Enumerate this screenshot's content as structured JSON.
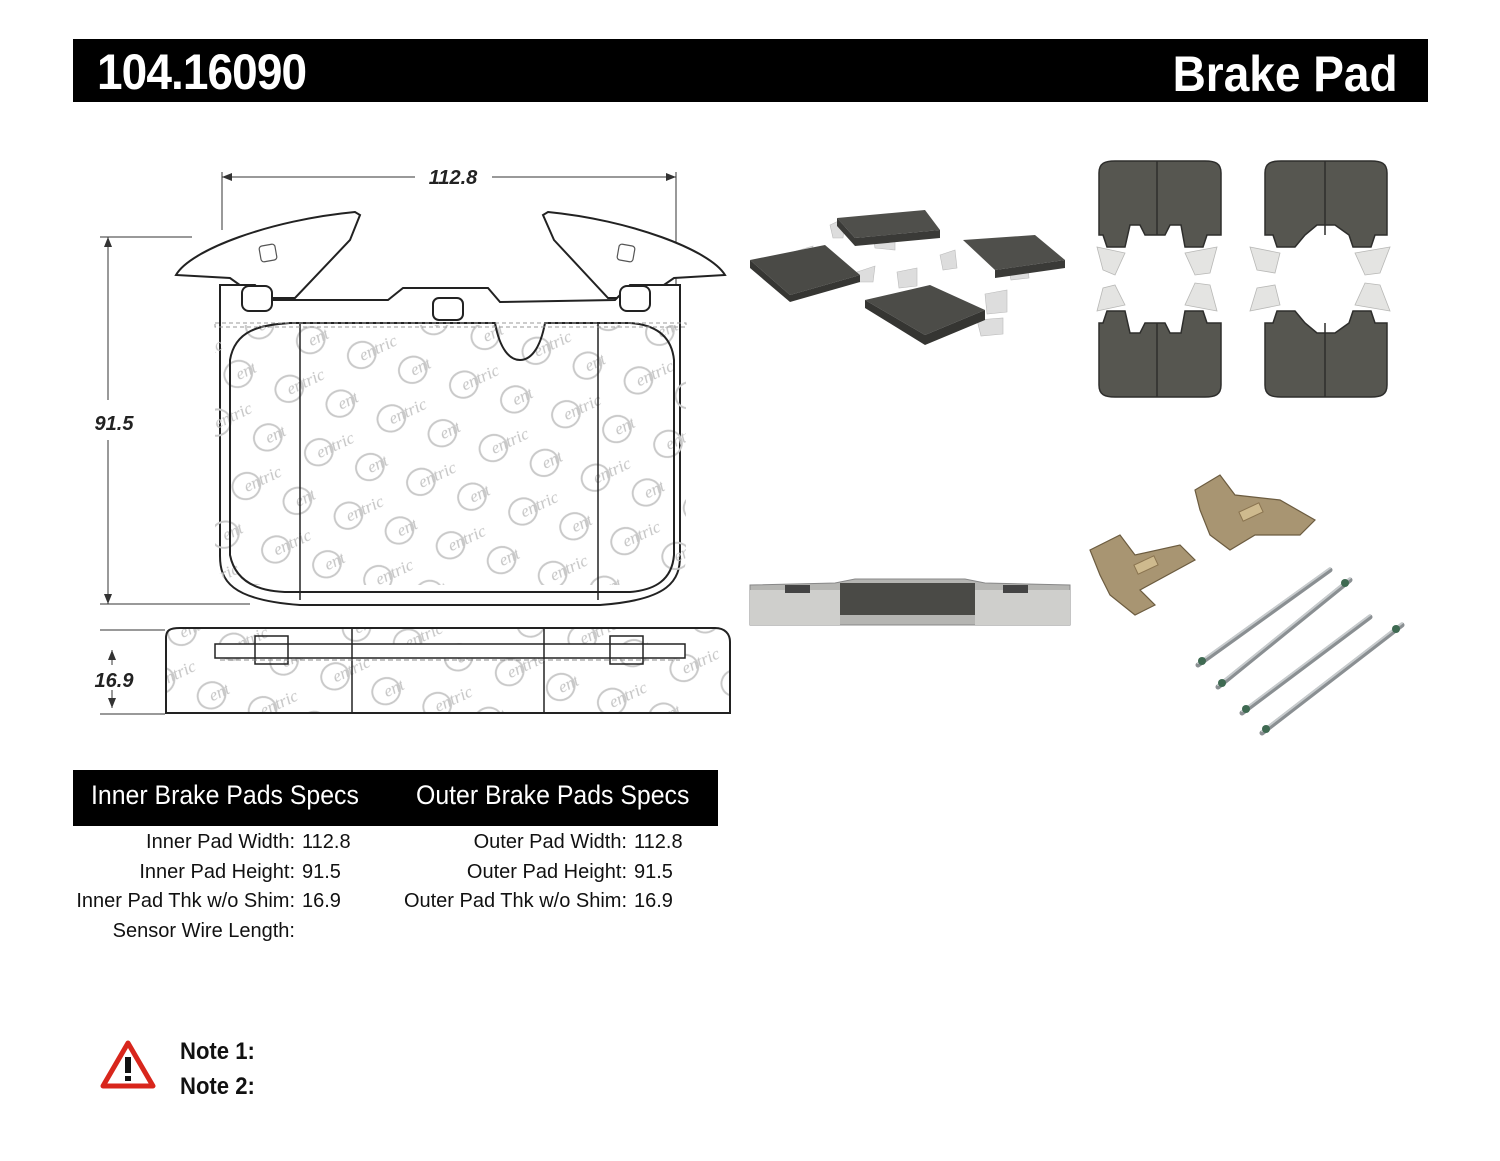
{
  "header": {
    "part_number": "104.16090",
    "title": "Brake Pad"
  },
  "drawing": {
    "width_dim": "112.8",
    "height_dim": "91.5",
    "thickness_dim": "16.9",
    "watermark_text": "Centric"
  },
  "specs": {
    "inner_header": "Inner Brake Pads Specs",
    "outer_header": "Outer Brake Pads Specs",
    "inner": [
      {
        "label": "Inner Pad Width:",
        "value": "112.8"
      },
      {
        "label": "Inner Pad Height:",
        "value": "91.5"
      },
      {
        "label": "Inner Pad Thk w/o Shim:",
        "value": "16.9"
      },
      {
        "label": "Sensor Wire Length:",
        "value": ""
      }
    ],
    "outer": [
      {
        "label": "Outer Pad Width:",
        "value": "112.8"
      },
      {
        "label": "Outer Pad Height:",
        "value": "91.5"
      },
      {
        "label": "Outer Pad Thk w/o Shim:",
        "value": "16.9"
      }
    ]
  },
  "notes": {
    "note1": "Note 1:",
    "note2": "Note 2:"
  },
  "icons": {
    "warning": "warning-triangle-icon"
  },
  "colors": {
    "header_bg": "#000000",
    "pad_friction": "#55554f",
    "warning_red": "#d8261c"
  }
}
